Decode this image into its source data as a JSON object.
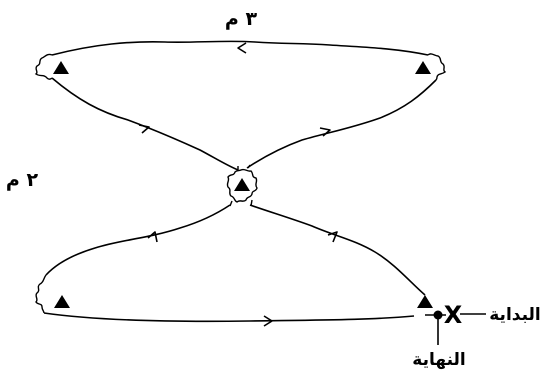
{
  "diagram": {
    "top_width_label": "٣ م",
    "side_gap_label": "٢ م",
    "start_label": "البداية",
    "end_label": "النهاية",
    "start_marker_symbol": "X",
    "line_color": "#000000",
    "background_color": "#ffffff"
  }
}
